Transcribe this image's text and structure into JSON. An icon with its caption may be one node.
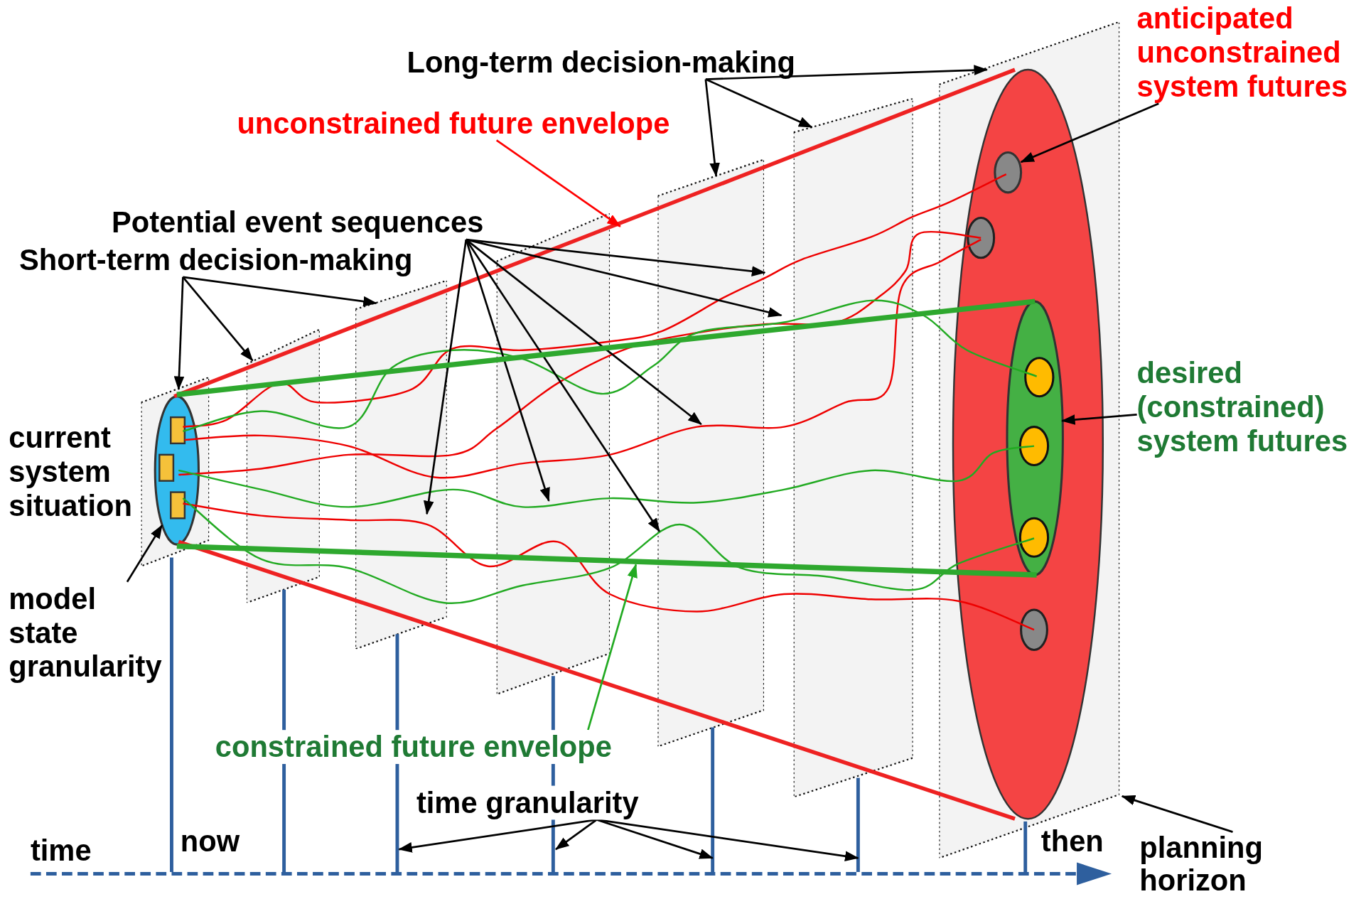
{
  "diagram": {
    "nodes": [
      {
        "text": [
          "Long-term decision-making"
        ]
      },
      {
        "text": [
          "unconstrained future envelope"
        ]
      },
      {
        "text": [
          "anticipated unconstrained system futures"
        ]
      },
      {
        "text": [
          "Potential event sequences"
        ]
      },
      {
        "text": [
          "Short-term decision-making"
        ]
      },
      {
        "text": [
          "desired (constrained) system futures"
        ]
      },
      {
        "text": [
          "model state granularity"
        ]
      },
      {
        "text": [
          "constrained future envelope"
        ]
      },
      {
        "text": [
          "time granularity"
        ]
      },
      {
        "text": [
          "planning horizon"
        ]
      },
      {
        "text": [],
        "shape": "box"
      },
      {
        "text": [],
        "shape": "box"
      },
      {
        "text": [],
        "shape": "box"
      },
      {
        "text": [],
        "shape": "box"
      },
      {
        "text": [],
        "shape": "box"
      },
      {
        "text": [],
        "shape": "box"
      },
      {
        "text": [],
        "shape": "box"
      },
      {
        "text": [],
        "shape": "ellipse",
        "in": 10
      },
      {
        "text": [],
        "shape": "ellipse",
        "in": 16
      },
      {
        "text": [],
        "shape": "ellipse",
        "in": 16
      }
    ],
    "edges": [
      {
        "from": 0,
        "to": 16,
        "arrow": "to"
      },
      {
        "from": 0,
        "to": 15,
        "arrow": "to"
      },
      {
        "from": 0,
        "to": 14,
        "arrow": "to"
      },
      {
        "from": 1,
        "to": 13,
        "arrow": "to",
        "color": "#ff0000"
      },
      {
        "from": 2,
        "to": 18,
        "arrow": "to"
      },
      {
        "from": 3,
        "to": 12,
        "arrow": "to"
      },
      {
        "from": 3,
        "to": 13,
        "arrow": "to"
      },
      {
        "from": 3,
        "to": 14,
        "arrow": "to"
      },
      {
        "from": 3,
        "to": 14,
        "arrow": "to"
      },
      {
        "from": 3,
        "to": 14,
        "arrow": "to"
      },
      {
        "from": 3,
        "to": 14,
        "arrow": "to"
      },
      {
        "from": 4,
        "to": 10,
        "arrow": "to"
      },
      {
        "from": 4,
        "to": 11,
        "arrow": "to"
      },
      {
        "from": 4,
        "to": 12,
        "arrow": "to"
      },
      {
        "from": 5,
        "to": 19,
        "arrow": "to"
      },
      {
        "from": 6,
        "to": 17,
        "arrow": "to"
      },
      {
        "from": 7,
        "to": 14,
        "arrow": "to",
        "color": "#22aa22"
      },
      {
        "from": 8,
        "to": null,
        "arrow": "to"
      },
      {
        "from": 8,
        "to": null,
        "arrow": "to"
      },
      {
        "from": 8,
        "to": null,
        "arrow": "to"
      },
      {
        "from": 8,
        "to": null,
        "arrow": "to"
      },
      {
        "from": 9,
        "to": 16,
        "arrow": "to"
      },
      {
        "from": 17,
        "to": 19,
        "arrow": "none",
        "style": "thick",
        "color": "#2ea82e"
      },
      {
        "from": 17,
        "to": 19,
        "arrow": "none",
        "style": "thick",
        "color": "#2ea82e"
      }
    ],
    "labels": [
      "current system situation",
      "time",
      "now",
      "then"
    ]
  }
}
